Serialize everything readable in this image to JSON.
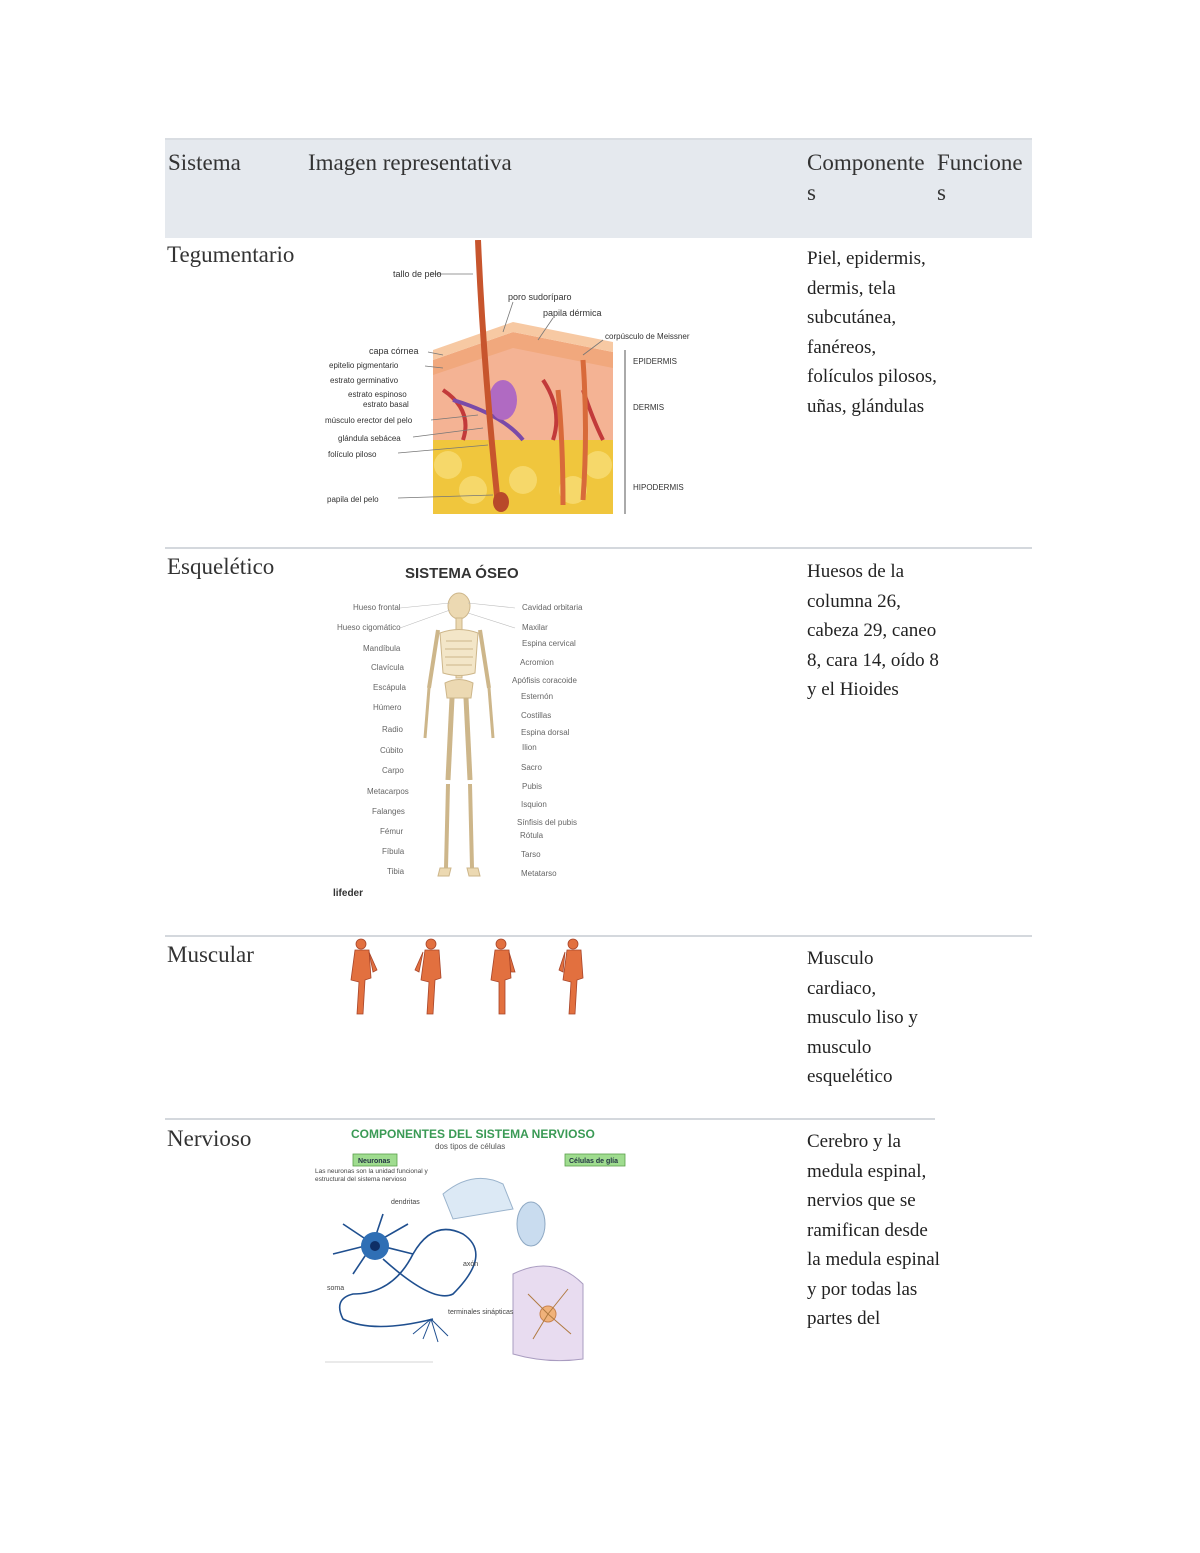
{
  "header": {
    "col1": "Sistema",
    "col2": "Imagen representativa",
    "col3": "Componente\ns",
    "col4": "Funcione\ns"
  },
  "rows": [
    {
      "system": "Tegumentario",
      "components": "Piel, epidermis, dermis, tela subcutánea, fanéreos, folículos pilosos, uñas, glándulas",
      "image_labels": [
        "tallo de pelo",
        "poro sudoríparo",
        "papila dérmica",
        "corpúsculo de Meissner",
        "capa córnea",
        "epitelio pigmentario",
        "estrato germinativo",
        "estrato espinoso",
        "estrato basal",
        "músculo erector del pelo",
        "glándula sebácea",
        "folículo piloso",
        "papila del pelo",
        "EPIDERMIS",
        "DERMIS",
        "HIPODERMIS"
      ]
    },
    {
      "system": "Esquelético",
      "components": "Huesos de la columna 26, cabeza 29, caneo 8, cara 14, oído 8 y el Hioides",
      "image_title": "SISTEMA ÓSEO",
      "image_left_labels": [
        "Hueso frontal",
        "Hueso cigomático",
        "Mandíbula",
        "Clavícula",
        "Escápula",
        "Húmero",
        "Radio",
        "Cúbito",
        "Carpo",
        "Metacarpos",
        "Falanges",
        "Fémur",
        "Fíbula",
        "Tibia"
      ],
      "image_right_labels": [
        "Cavidad orbitaria",
        "Maxilar",
        "Espina cervical",
        "Acromion",
        "Apófisis coracoide",
        "Esternón",
        "Costillas",
        "Espina dorsal",
        "Ilion",
        "Sacro",
        "Pubis",
        "Isquion",
        "Sínfisis del pubis",
        "Rótula",
        "Tarso",
        "Metatarso"
      ],
      "image_credit": "lifeder"
    },
    {
      "system": "Muscular",
      "components": "Musculo cardiaco, musculo liso y musculo esquelético"
    },
    {
      "system": "Nervioso",
      "components": "Cerebro y la medula espinal, nervios que se ramifican desde la medula espinal y por todas las partes del",
      "image_title": "COMPONENTES DEL SISTEMA NERVIOSO",
      "image_subtitle": "dos tipos de células",
      "image_box1": "Neuronas",
      "image_box2": "Células de glía",
      "image_text1": "Las neuronas son la unidad funcional y estructural del sistema nervioso",
      "image_labels": [
        "dendritas",
        "soma",
        "axón",
        "terminales sinápticas"
      ]
    }
  ],
  "colors": {
    "header_bg": "#e5e9ee",
    "skin": "#f3b58a",
    "hair": "#c7552d",
    "fat": "#f0c63d",
    "muscle": "#e2703f",
    "bone": "#ecd9b2",
    "neuron": "#2f6fb5",
    "green_title": "#3a9a55"
  }
}
